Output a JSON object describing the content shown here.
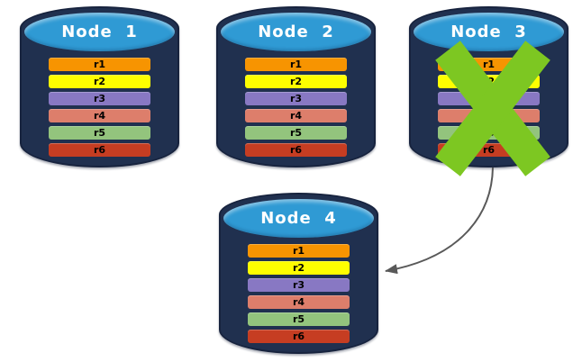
{
  "diagram": {
    "colors": {
      "cylinder_body": "#20304F",
      "cylinder_top": "#2F9AD4",
      "title_text": "#FFFFFF",
      "row_text": "#000000",
      "cross": "#7DC722",
      "arrow": "#595959"
    },
    "nodes": [
      {
        "id": "node-1",
        "title": "Node  1",
        "failed": false,
        "rows": [
          {
            "label": "r1",
            "color": "#F79401"
          },
          {
            "label": "r2",
            "color": "#FEFE00"
          },
          {
            "label": "r3",
            "color": "#8878C3"
          },
          {
            "label": "r4",
            "color": "#DD7E6B"
          },
          {
            "label": "r5",
            "color": "#93C47D"
          },
          {
            "label": "r6",
            "color": "#C63D22"
          }
        ]
      },
      {
        "id": "node-2",
        "title": "Node  2",
        "failed": false,
        "rows": [
          {
            "label": "r1",
            "color": "#F79401"
          },
          {
            "label": "r2",
            "color": "#FEFE00"
          },
          {
            "label": "r3",
            "color": "#8878C3"
          },
          {
            "label": "r4",
            "color": "#DD7E6B"
          },
          {
            "label": "r5",
            "color": "#93C47D"
          },
          {
            "label": "r6",
            "color": "#C63D22"
          }
        ]
      },
      {
        "id": "node-3",
        "title": "Node  3",
        "failed": true,
        "rows": [
          {
            "label": "r1",
            "color": "#F79401"
          },
          {
            "label": "r2",
            "color": "#FEFE00"
          },
          {
            "label": "r3",
            "color": "#8878C3"
          },
          {
            "label": "r4",
            "color": "#DD7E6B"
          },
          {
            "label": "r5",
            "color": "#93C47D"
          },
          {
            "label": "r6",
            "color": "#C63D22"
          }
        ]
      },
      {
        "id": "node-4",
        "title": "Node  4",
        "failed": false,
        "rows": [
          {
            "label": "r1",
            "color": "#F79401"
          },
          {
            "label": "r2",
            "color": "#FEFE00"
          },
          {
            "label": "r3",
            "color": "#8878C3"
          },
          {
            "label": "r4",
            "color": "#DD7E6B"
          },
          {
            "label": "r5",
            "color": "#93C47D"
          },
          {
            "label": "r6",
            "color": "#C63D22"
          }
        ]
      }
    ],
    "arrow": {
      "from": "node-3",
      "to": "node-4"
    }
  }
}
